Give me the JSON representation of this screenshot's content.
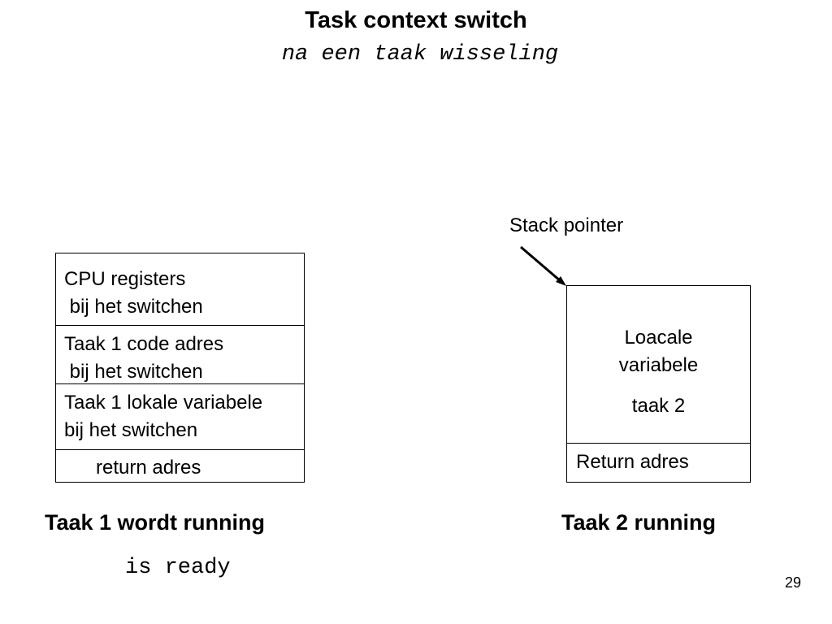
{
  "slide": {
    "title": "Task context switch",
    "subtitle": "na een taak wisseling",
    "page_number": "29"
  },
  "stack1": {
    "cells": [
      {
        "lines": [
          "CPU registers",
          " bij het switchen"
        ]
      },
      {
        "lines": [
          "Taak 1 code adres",
          " bij het switchen"
        ]
      },
      {
        "lines": [
          "Taak 1 lokale variabele",
          "bij het switchen"
        ]
      },
      {
        "lines": [
          "return adres"
        ]
      }
    ],
    "caption": "Taak 1 wordt running",
    "note": "is ready"
  },
  "stack2": {
    "pointer_label": "Stack pointer",
    "cells": [
      {
        "lines": [
          "Loacale",
          "variabele",
          "taak 2"
        ]
      },
      {
        "lines": [
          "Return adres"
        ]
      }
    ],
    "caption": "Taak 2 running"
  }
}
